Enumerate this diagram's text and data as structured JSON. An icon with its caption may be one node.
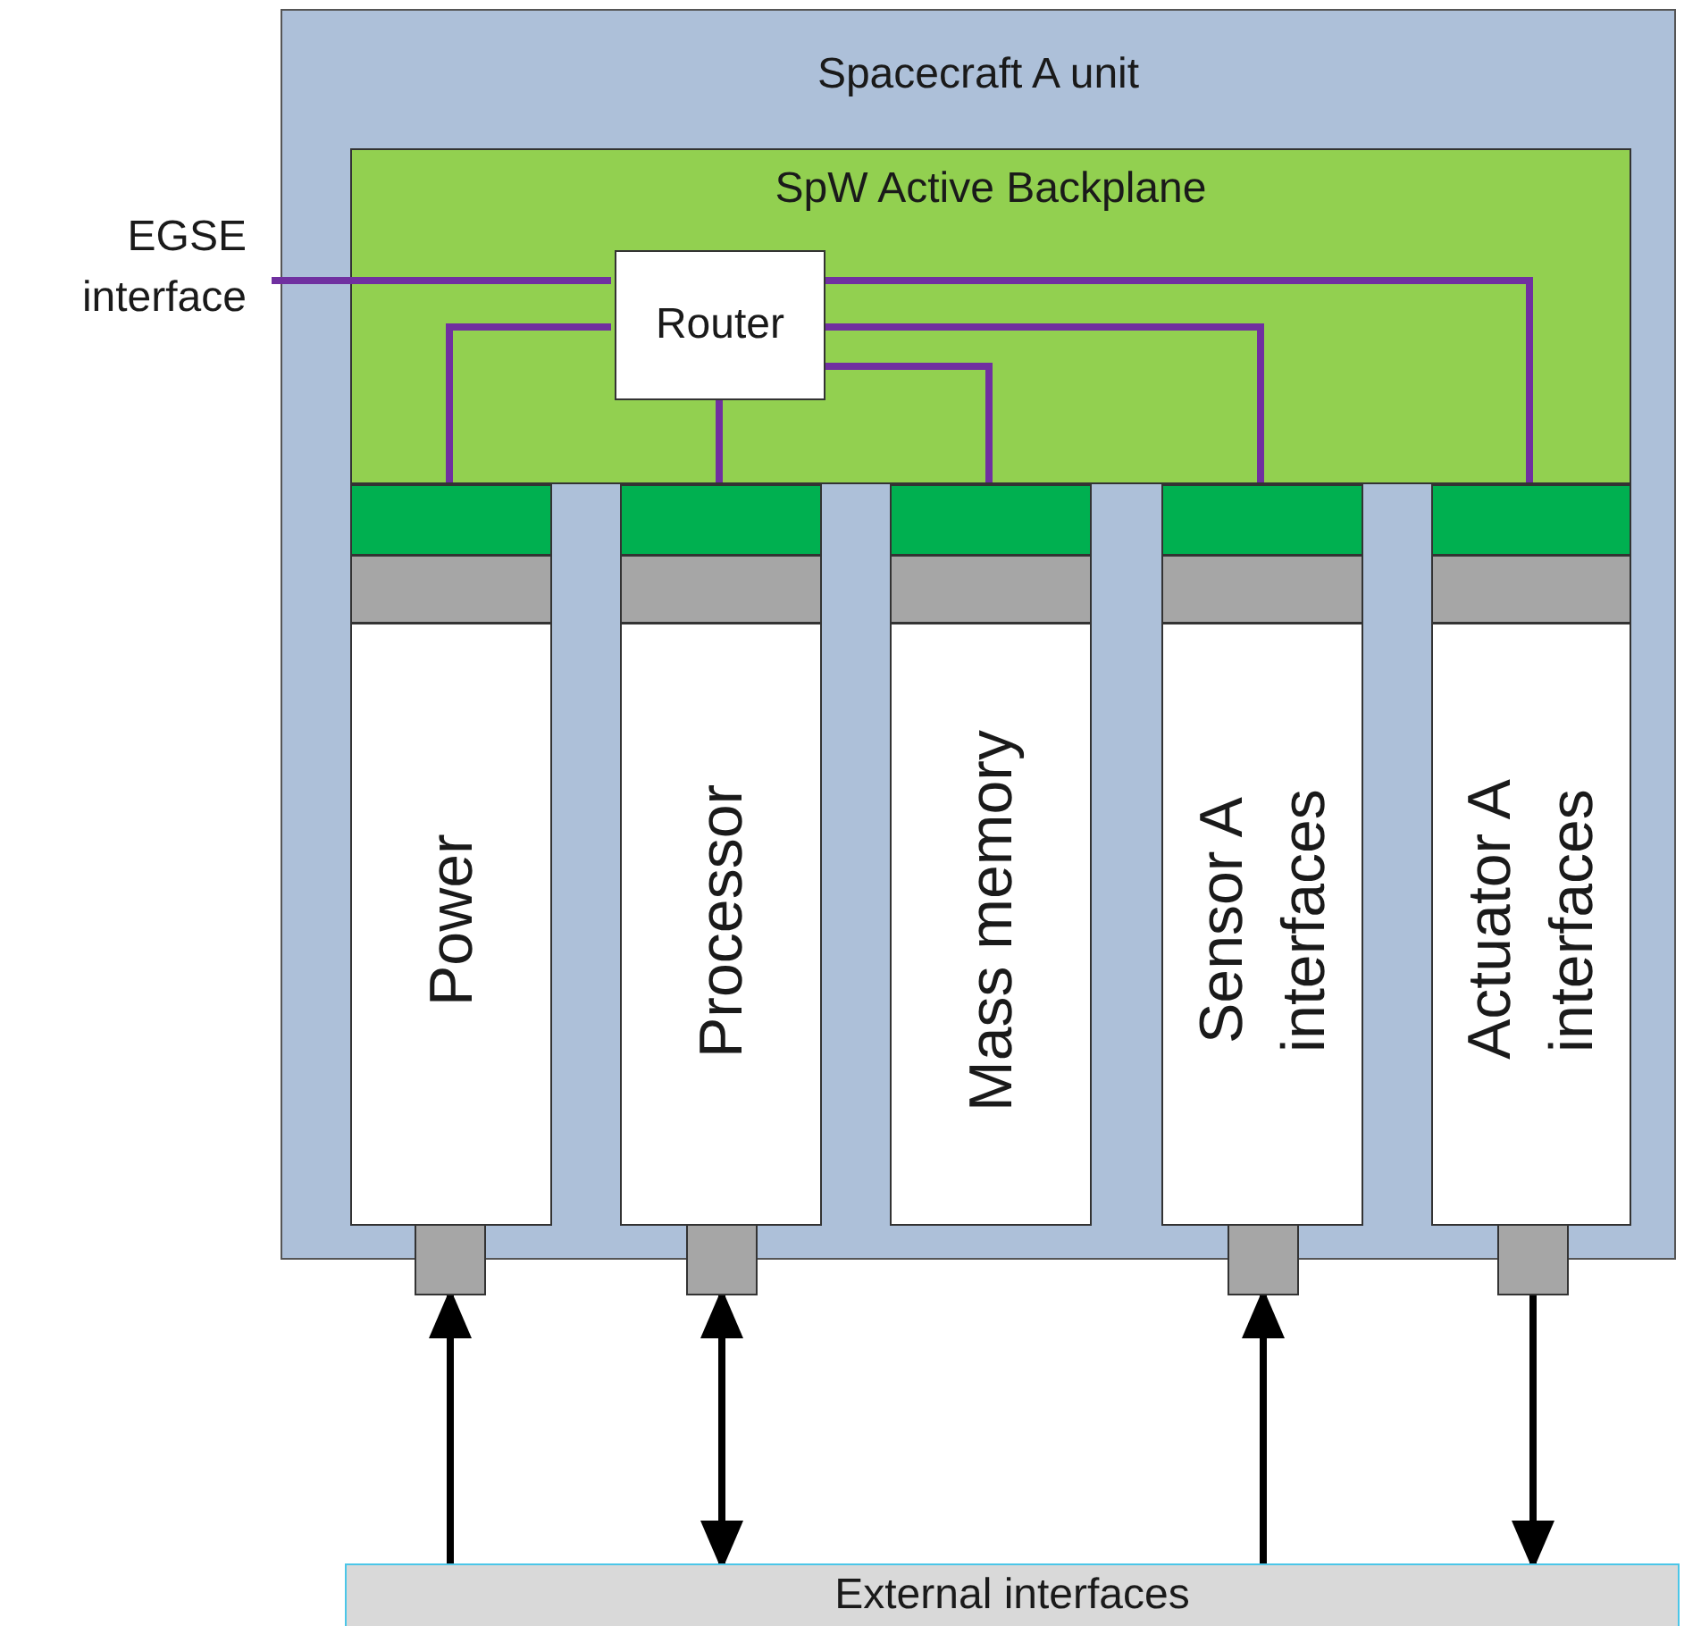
{
  "diagram": {
    "nodes": [
      {
        "text": [
          "Spacecraft A unit"
        ]
      },
      {
        "text": [
          "SpW Active Backplane"
        ],
        "in": 0
      },
      {
        "text": [
          "Router"
        ],
        "in": 1
      },
      {
        "text": [
          "EGSE interface"
        ]
      },
      {
        "text": [
          "Power"
        ],
        "in": 0
      },
      {
        "text": [
          "Processor"
        ],
        "in": 0
      },
      {
        "text": [
          "Mass memory"
        ],
        "in": 0
      },
      {
        "text": [
          "Sensor A interfaces"
        ],
        "in": 0
      },
      {
        "text": [
          "Actuator A interfaces"
        ],
        "in": 0
      },
      {
        "text": [],
        "shape": "box"
      },
      {
        "text": [],
        "shape": "box"
      },
      {
        "text": [],
        "shape": "box"
      },
      {
        "text": [],
        "shape": "box"
      },
      {
        "text": [
          "External interfaces"
        ]
      }
    ],
    "edges": [
      {
        "from": 3,
        "to": 2,
        "arrow": "none"
      },
      {
        "from": 2,
        "to": 4,
        "arrow": "none"
      },
      {
        "from": 2,
        "to": 5,
        "arrow": "none"
      },
      {
        "from": 2,
        "to": 6,
        "arrow": "none"
      },
      {
        "from": 2,
        "to": 7,
        "arrow": "none"
      },
      {
        "from": 2,
        "to": 8,
        "arrow": "none"
      },
      {
        "from": 13,
        "to": 9,
        "arrow": "to",
        "color": "#000000"
      },
      {
        "from": 13,
        "to": 10,
        "arrow": "both",
        "color": "#000000"
      },
      {
        "from": 13,
        "to": 11,
        "arrow": "to",
        "color": "#000000"
      },
      {
        "from": 12,
        "to": 13,
        "arrow": "to",
        "color": "#000000"
      }
    ]
  }
}
